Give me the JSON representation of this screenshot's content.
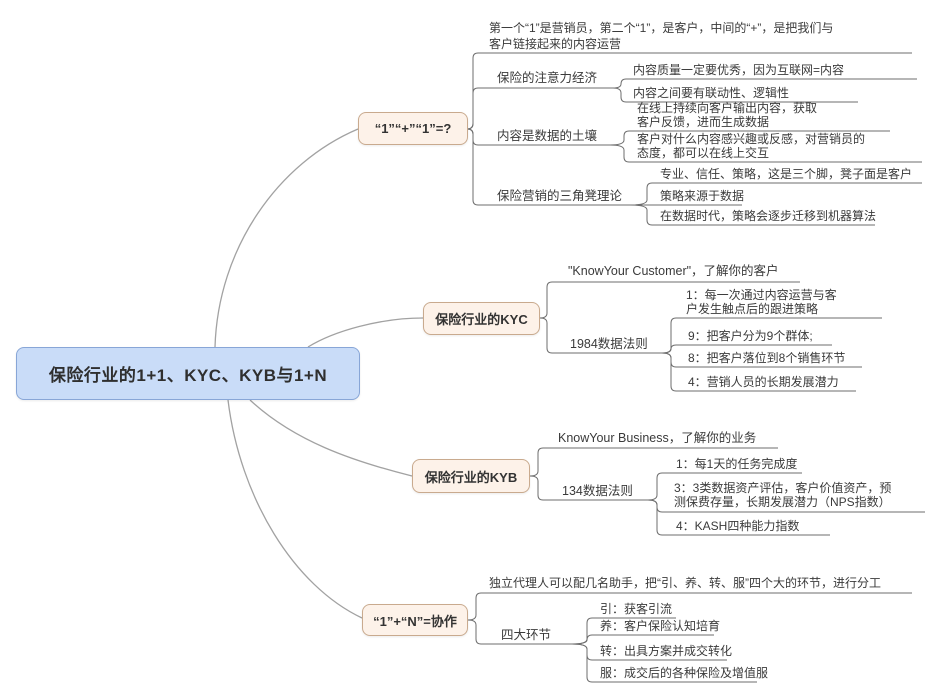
{
  "app": {
    "type": "mind-map"
  },
  "root": {
    "label": "保险行业的1+1、KYC、KYB与1+N"
  },
  "branches": [
    {
      "label": "“1”“+”“1”=?",
      "children": [
        {
          "label": "第一个“1”是营销员，第二个“1”，是客户，中间的“+”，是把我们与\n客户链接起来的内容运营"
        },
        {
          "label": "保险的注意力经济",
          "children": [
            {
              "label": "内容质量一定要优秀，因为互联网=内容"
            },
            {
              "label": "内容之间要有联动性、逻辑性"
            }
          ]
        },
        {
          "label": "内容是数据的土壤",
          "children": [
            {
              "label": "在线上持续向客户输出内容，获取\n客户反馈，进而生成数据"
            },
            {
              "label": "客户对什么内容感兴趣或反感，对营销员的\n态度，都可以在线上交互"
            }
          ]
        },
        {
          "label": "保险营销的三角凳理论",
          "children": [
            {
              "label": "专业、信任、策略，这是三个脚，凳子面是客户"
            },
            {
              "label": "策略来源于数据"
            },
            {
              "label": "在数据时代，策略会逐步迁移到机器算法"
            }
          ]
        }
      ]
    },
    {
      "label": "保险行业的KYC",
      "children": [
        {
          "label": "\"KnowYour Customer\"，了解你的客户"
        },
        {
          "label": "1984数据法则",
          "children": [
            {
              "label": "1：每一次通过内容运营与客\n户发生触点后的跟进策略"
            },
            {
              "label": "9：把客户分为9个群体;"
            },
            {
              "label": "8：把客户落位到8个销售环节"
            },
            {
              "label": "4：营销人员的长期发展潜力"
            }
          ]
        }
      ]
    },
    {
      "label": "保险行业的KYB",
      "children": [
        {
          "label": "KnowYour Business，了解你的业务"
        },
        {
          "label": "134数据法则",
          "children": [
            {
              "label": "1：每1天的任务完成度"
            },
            {
              "label": "3：3类数据资产评估，客户价值资产，预\n测保费存量，长期发展潜力（NPS指数）"
            },
            {
              "label": "4：KASH四种能力指数"
            }
          ]
        }
      ]
    },
    {
      "label": "“1”+“N”=协作",
      "children": [
        {
          "label": "独立代理人可以配几名助手，把“引、养、转、服”四个大的环节，进行分工"
        },
        {
          "label": "四大环节",
          "children": [
            {
              "label": "引：获客引流"
            },
            {
              "label": "养：客户保险认知培育"
            },
            {
              "label": "转：出具方案并成交转化"
            },
            {
              "label": "服：成交后的各种保险及增值服"
            }
          ]
        }
      ]
    }
  ],
  "colors": {
    "root_fill": "#c9dcf8",
    "root_border": "#88a6d7",
    "branch_fill": "#fdf2e9",
    "branch_border": "#c9aa8e",
    "curve_line": "#a2a2a2",
    "topic_line": "#6e6e6e",
    "text": "#3a3a3a"
  }
}
